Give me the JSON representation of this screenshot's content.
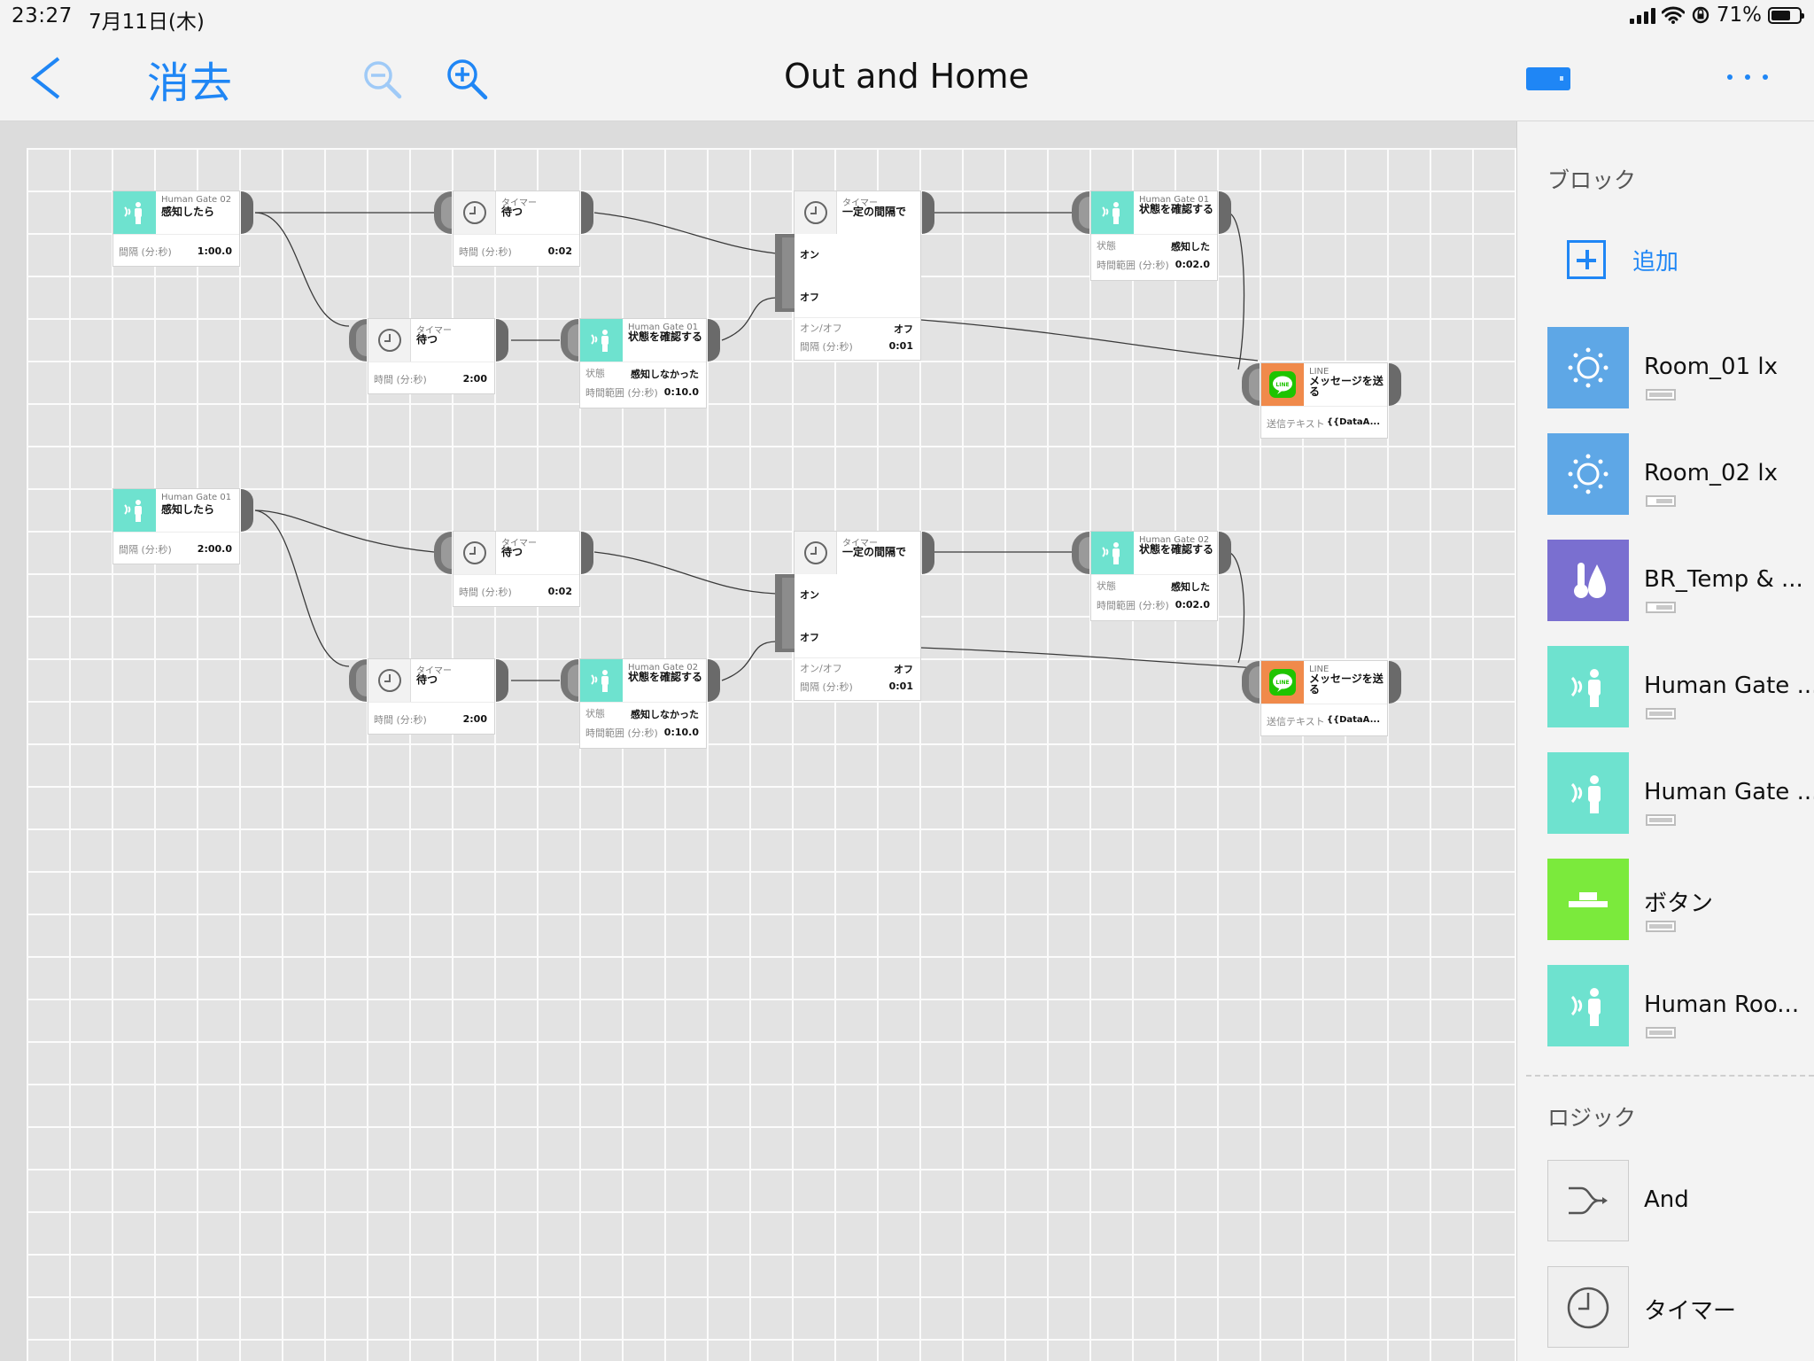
{
  "status": {
    "time": "23:27",
    "date": "7月11日(木)",
    "battery": "71%",
    "battery_level": 0.71
  },
  "nav": {
    "clear": "消去",
    "title": "Out and Home"
  },
  "colors": {
    "accent": "#1f86f5",
    "human_gate": "#6ee2cf",
    "sensor_blue": "#5ea7e6",
    "temp_purple": "#7a6fd0",
    "button_green": "#7bea3c",
    "line_orange": "#f08a4b",
    "line_green": "#1fc400"
  },
  "flows": [
    {
      "hg": {
        "title": "Human Gate 02",
        "name": "感知したら",
        "p_label": "間隔 (分:秒)",
        "p_val": "1:00.0"
      },
      "t1": {
        "title": "タイマー",
        "name": "待つ",
        "p_label": "時間 (分:秒)",
        "p_val": "0:02"
      },
      "t2": {
        "title": "タイマー",
        "name": "待つ",
        "p_label": "時間 (分:秒)",
        "p_val": "2:00"
      },
      "chk": {
        "title": "Human Gate 01",
        "name": "状態を確認する",
        "p1_label": "状態",
        "p1_val": "感知しなかった",
        "p2_label": "時間範囲 (分:秒)",
        "p2_val": "0:10.0"
      },
      "timer": {
        "title": "タイマー",
        "name": "一定の間隔で",
        "on": "オン",
        "off": "オフ",
        "p1_label": "オン/オフ",
        "p1_val": "オフ",
        "p2_label": "間隔 (分:秒)",
        "p2_val": "0:01"
      },
      "chk2": {
        "title": "Human Gate 01",
        "name": "状態を確認する",
        "p1_label": "状態",
        "p1_val": "感知した",
        "p2_label": "時間範囲 (分:秒)",
        "p2_val": "0:02.0"
      },
      "line": {
        "title": "LINE",
        "name": "メッセージを送る",
        "p_label": "送信テキスト",
        "p_val": "{{DataA..."
      }
    },
    {
      "hg": {
        "title": "Human Gate 01",
        "name": "感知したら",
        "p_label": "間隔 (分:秒)",
        "p_val": "2:00.0"
      },
      "t1": {
        "title": "タイマー",
        "name": "待つ",
        "p_label": "時間 (分:秒)",
        "p_val": "0:02"
      },
      "t2": {
        "title": "タイマー",
        "name": "待つ",
        "p_label": "時間 (分:秒)",
        "p_val": "2:00"
      },
      "chk": {
        "title": "Human Gate 02",
        "name": "状態を確認する",
        "p1_label": "状態",
        "p1_val": "感知しなかった",
        "p2_label": "時間範囲 (分:秒)",
        "p2_val": "0:10.0"
      },
      "timer": {
        "title": "タイマー",
        "name": "一定の間隔で",
        "on": "オン",
        "off": "オフ",
        "p1_label": "オン/オフ",
        "p1_val": "オフ",
        "p2_label": "間隔 (分:秒)",
        "p2_val": "0:01"
      },
      "chk2": {
        "title": "Human Gate 02",
        "name": "状態を確認する",
        "p1_label": "状態",
        "p1_val": "感知した",
        "p2_label": "時間範囲 (分:秒)",
        "p2_val": "0:02.0"
      },
      "line": {
        "title": "LINE",
        "name": "メッセージを送る",
        "p_label": "送信テキスト",
        "p_val": "{{DataA..."
      }
    }
  ],
  "panel": {
    "blocks_title": "ブロック",
    "add": "追加",
    "items": [
      {
        "label": "Room_01 lx",
        "icon": "sun-icon",
        "battery": "full"
      },
      {
        "label": "Room_02 lx",
        "icon": "sun-icon",
        "battery": "half"
      },
      {
        "label": "BR_Temp & ...",
        "icon": "thermometer-drop-icon",
        "battery": "half"
      },
      {
        "label": "Human Gate ...",
        "icon": "human-sensor-icon",
        "battery": "full"
      },
      {
        "label": "Human Gate ...",
        "icon": "human-sensor-icon",
        "battery": "full"
      },
      {
        "label": "ボタン",
        "icon": "button-icon",
        "battery": "full"
      },
      {
        "label": "Human Roo...",
        "icon": "human-sensor-icon",
        "battery": "full"
      }
    ],
    "logic_title": "ロジック",
    "logic": [
      {
        "label": "And",
        "icon": "and-gate-icon"
      },
      {
        "label": "タイマー",
        "icon": "timer-icon"
      }
    ]
  }
}
